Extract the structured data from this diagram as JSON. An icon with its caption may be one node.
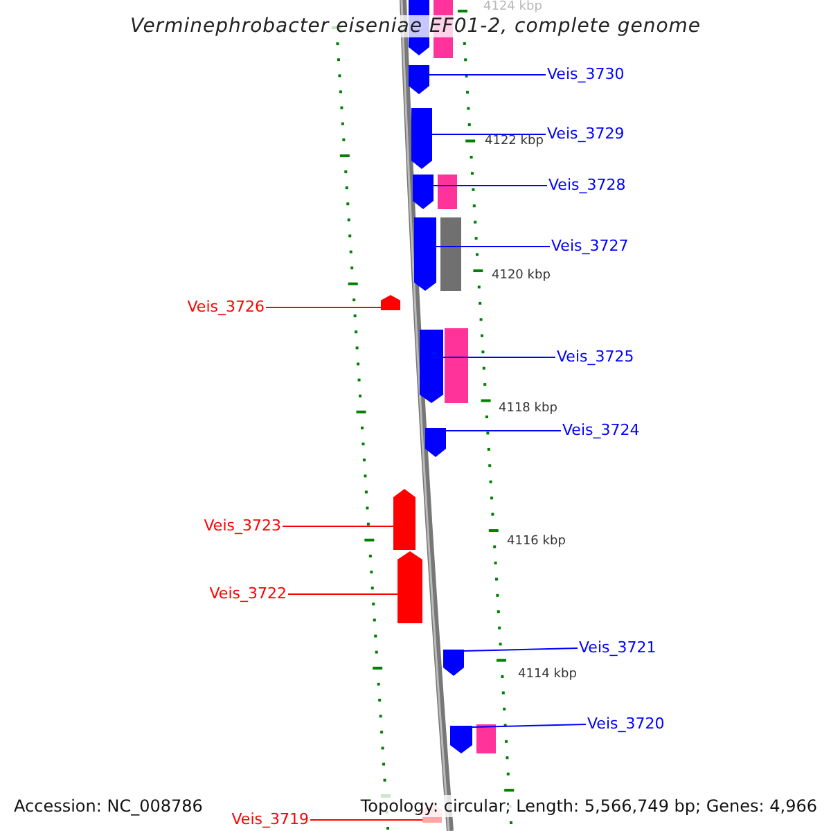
{
  "diagram": {
    "title": "Verminephrobacter eiseniae EF01-2, complete genome",
    "nodes": [
      {
        "text": [],
        "shape": "pentagon"
      },
      {
        "text": [],
        "shape": "box"
      },
      {
        "text": [],
        "shape": "pentagon"
      },
      {
        "text": [
          "Veis_3730"
        ]
      },
      {
        "text": [],
        "shape": "pentagon"
      },
      {
        "text": [
          "Veis_3729"
        ]
      },
      {
        "text": [],
        "shape": "pentagon"
      },
      {
        "text": [],
        "shape": "box"
      },
      {
        "text": [
          "Veis_3728"
        ]
      },
      {
        "text": [],
        "shape": "pentagon"
      },
      {
        "text": [],
        "shape": "box"
      },
      {
        "text": [
          "Veis_3727"
        ]
      },
      {
        "text": [
          "Veis_3726"
        ]
      },
      {
        "text": [],
        "shape": "pentagon"
      },
      {
        "text": [],
        "shape": "pentagon"
      },
      {
        "text": [],
        "shape": "box"
      },
      {
        "text": [
          "Veis_3725"
        ]
      },
      {
        "text": [],
        "shape": "pentagon"
      },
      {
        "text": [
          "Veis_3724"
        ]
      },
      {
        "text": [
          "Veis_3723"
        ]
      },
      {
        "text": [],
        "shape": "pentagon"
      },
      {
        "text": [
          "Veis_3722"
        ]
      },
      {
        "text": [],
        "shape": "pentagon"
      },
      {
        "text": [],
        "shape": "pentagon"
      },
      {
        "text": [
          "Veis_3721"
        ]
      },
      {
        "text": [],
        "shape": "pentagon"
      },
      {
        "text": [],
        "shape": "box"
      },
      {
        "text": [
          "Veis_3720"
        ]
      },
      {
        "text": [
          "Veis_3719"
        ]
      },
      {
        "text": [],
        "shape": "pentagon"
      }
    ],
    "edges": [
      {
        "from": 3,
        "to": 2,
        "arrow": "none"
      },
      {
        "from": 5,
        "to": 4,
        "arrow": "none"
      },
      {
        "from": 8,
        "to": 6,
        "arrow": "none"
      },
      {
        "from": 11,
        "to": 9,
        "arrow": "none"
      },
      {
        "from": 12,
        "to": 13,
        "arrow": "none",
        "color": "#ff0000"
      },
      {
        "from": 16,
        "to": 14,
        "arrow": "none"
      },
      {
        "from": 18,
        "to": 17,
        "arrow": "none"
      },
      {
        "from": 19,
        "to": 20,
        "arrow": "none",
        "color": "#ff0000"
      },
      {
        "from": 21,
        "to": 22,
        "arrow": "none",
        "color": "#ff0000"
      },
      {
        "from": 24,
        "to": 23,
        "arrow": "none"
      },
      {
        "from": 27,
        "to": 25,
        "arrow": "none"
      },
      {
        "from": 28,
        "to": 29,
        "arrow": "none",
        "color": "#ff0000"
      }
    ],
    "labels": [
      "4124 kbp",
      "4122 kbp",
      "4120 kbp",
      "4118 kbp",
      "4116 kbp",
      "4114 kbp",
      "Accession: NC_008786",
      "Topology: circular; Length: 5,566,749 bp; Genes: 4,966"
    ]
  }
}
